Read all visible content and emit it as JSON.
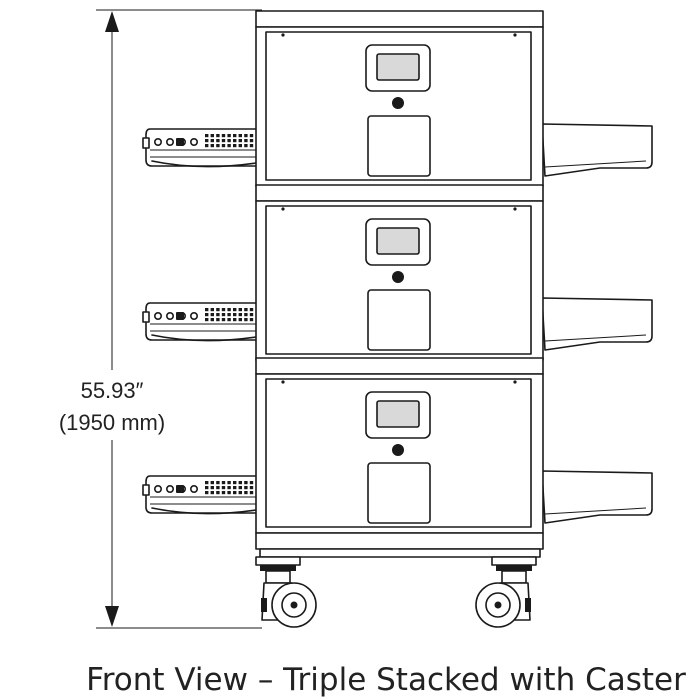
{
  "dimension": {
    "imperial": "55.93″",
    "metric": "(1950 mm)"
  },
  "caption": "Front View – Triple Stacked with Caster",
  "oven_units": [
    {
      "name": "top"
    },
    {
      "name": "middle"
    },
    {
      "name": "bottom"
    }
  ],
  "casters": [
    {
      "name": "left"
    },
    {
      "name": "right"
    }
  ],
  "icons": {
    "control_panel": "display-panel-icon",
    "caster": "caster-wheel-icon"
  }
}
